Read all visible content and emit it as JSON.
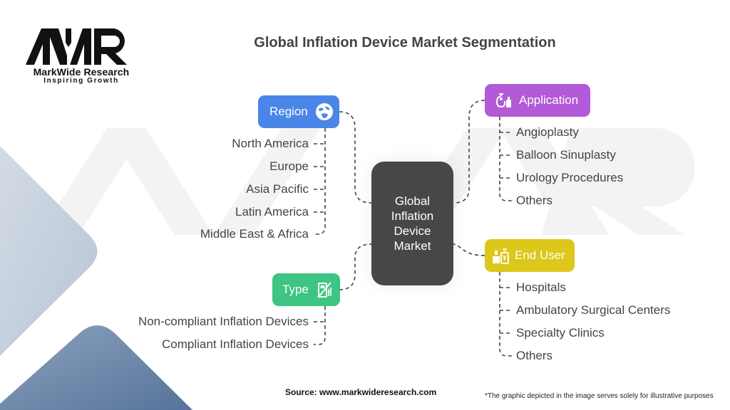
{
  "logo": {
    "mark": "MWR",
    "name": "MarkWide Research",
    "tagline": "Inspiring Growth"
  },
  "title": "Global Inflation Device Market Segmentation",
  "center_node": {
    "lines": [
      "Global",
      "Inflation",
      "Device",
      "Market"
    ]
  },
  "segments": {
    "region": {
      "label": "Region",
      "icon": "globe-icon",
      "color": "#4a86e8",
      "items": [
        "North America",
        "Europe",
        "Asia Pacific",
        "Latin America",
        "Middle East & Africa"
      ]
    },
    "type": {
      "label": "Type",
      "icon": "fuel-pump-icon",
      "color": "#3ec483",
      "items": [
        "Non-compliant Inflation Devices",
        "Compliant Inflation Devices"
      ]
    },
    "application": {
      "label": "Application",
      "icon": "medical-device-icon",
      "color": "#b25ad8",
      "items": [
        "Angioplasty",
        "Balloon Sinuplasty",
        "Urology Procedures",
        "Others"
      ]
    },
    "end_user": {
      "label": "End User",
      "icon": "user-payment-icon",
      "color": "#dcc71a",
      "items": [
        "Hospitals",
        "Ambulatory Surgical Centers",
        "Specialty Clinics",
        "Others"
      ]
    }
  },
  "footer": {
    "source": "Source: www.markwideresearch.com",
    "disclaimer": "*The graphic depicted in the image serves solely for illustrative purposes"
  }
}
